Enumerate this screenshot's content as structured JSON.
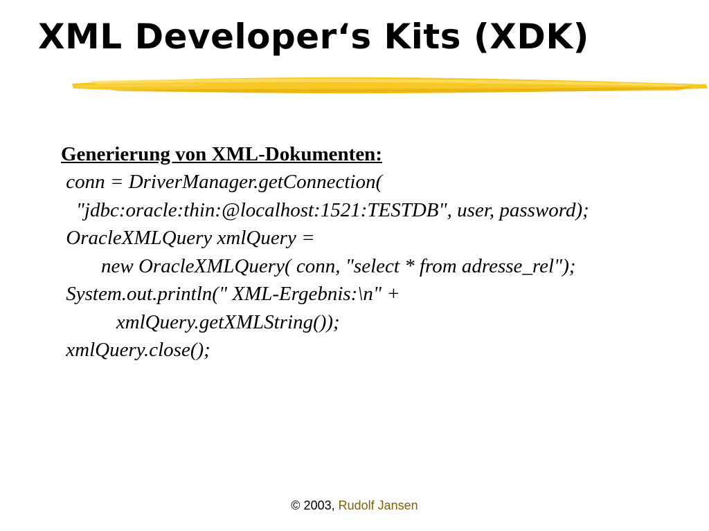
{
  "slide": {
    "title": "XML Developer‘s Kits (XDK)",
    "heading": "Generierung von XML-Dokumenten:",
    "code_lines": [
      " conn = DriverManager.getConnection(",
      "   \"jdbc:oracle:thin:@localhost:1521:TESTDB\", user, password);",
      " OracleXMLQuery xmlQuery =",
      "        new OracleXMLQuery( conn, \"select * from adresse_rel\");",
      " System.out.println(\" XML-Ergebnis:\\n\" +",
      "           xmlQuery.getXMLString());",
      " xmlQuery.close();"
    ]
  },
  "footer": {
    "copyright": "© 2003, ",
    "author": "Rudolf Jansen"
  },
  "colors": {
    "brush_stroke": "#f4c20d",
    "brush_highlight": "#ffe066",
    "author_text": "#806000"
  }
}
